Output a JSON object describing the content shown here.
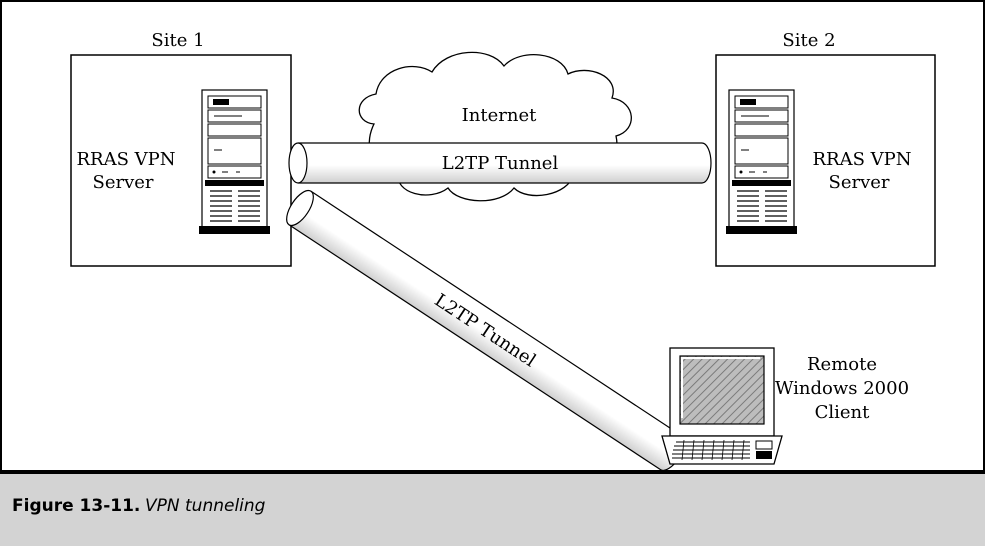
{
  "diagram": {
    "site1": {
      "title": "Site 1",
      "server_line1": "RRAS VPN",
      "server_line2": "Server"
    },
    "site2": {
      "title": "Site 2",
      "server_line1": "RRAS VPN",
      "server_line2": "Server"
    },
    "cloud_label": "Internet",
    "tunnel_site_to_site": "L2TP Tunnel",
    "tunnel_remote": "L2TP Tunnel",
    "client_line1": "Remote",
    "client_line2": "Windows 2000",
    "client_line3": "Client"
  },
  "caption": {
    "label": "Figure 13-11.",
    "text": "VPN tunneling"
  }
}
